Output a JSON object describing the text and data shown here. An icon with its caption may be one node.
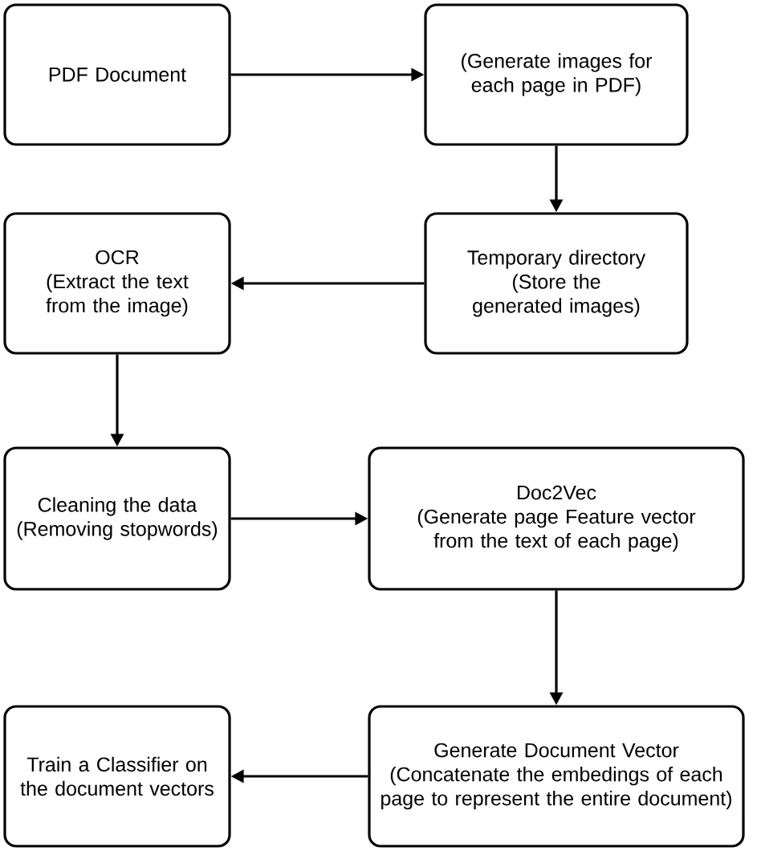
{
  "diagram": {
    "nodes": [
      {
        "text": [
          "PDF Document"
        ]
      },
      {
        "text": [
          "(Generate images for each page in PDF)"
        ]
      },
      {
        "text": [
          "OCR",
          "(Extract the text from the image)"
        ]
      },
      {
        "text": [
          "Temporary directory",
          "(Store the generated images)"
        ]
      },
      {
        "text": [
          "Cleaning the data",
          "(Removing stopwords)"
        ]
      },
      {
        "text": [
          "Doc2Vec",
          "(Generate page Feature vector from the text of each page)"
        ]
      },
      {
        "text": [
          "Train a Classifier on the document vectors"
        ]
      },
      {
        "text": [
          "Generate Document Vector",
          "(Concatenate the embedings of each page to represent the entire document)"
        ]
      }
    ],
    "edges": [
      {
        "from": 0,
        "to": 1,
        "arrow": "to"
      },
      {
        "from": 1,
        "to": 3,
        "arrow": "to"
      },
      {
        "from": 3,
        "to": 2,
        "arrow": "to"
      },
      {
        "from": 2,
        "to": 4,
        "arrow": "to"
      },
      {
        "from": 4,
        "to": 5,
        "arrow": "to"
      },
      {
        "from": 5,
        "to": 7,
        "arrow": "to"
      },
      {
        "from": 7,
        "to": 6,
        "arrow": "to"
      }
    ]
  }
}
